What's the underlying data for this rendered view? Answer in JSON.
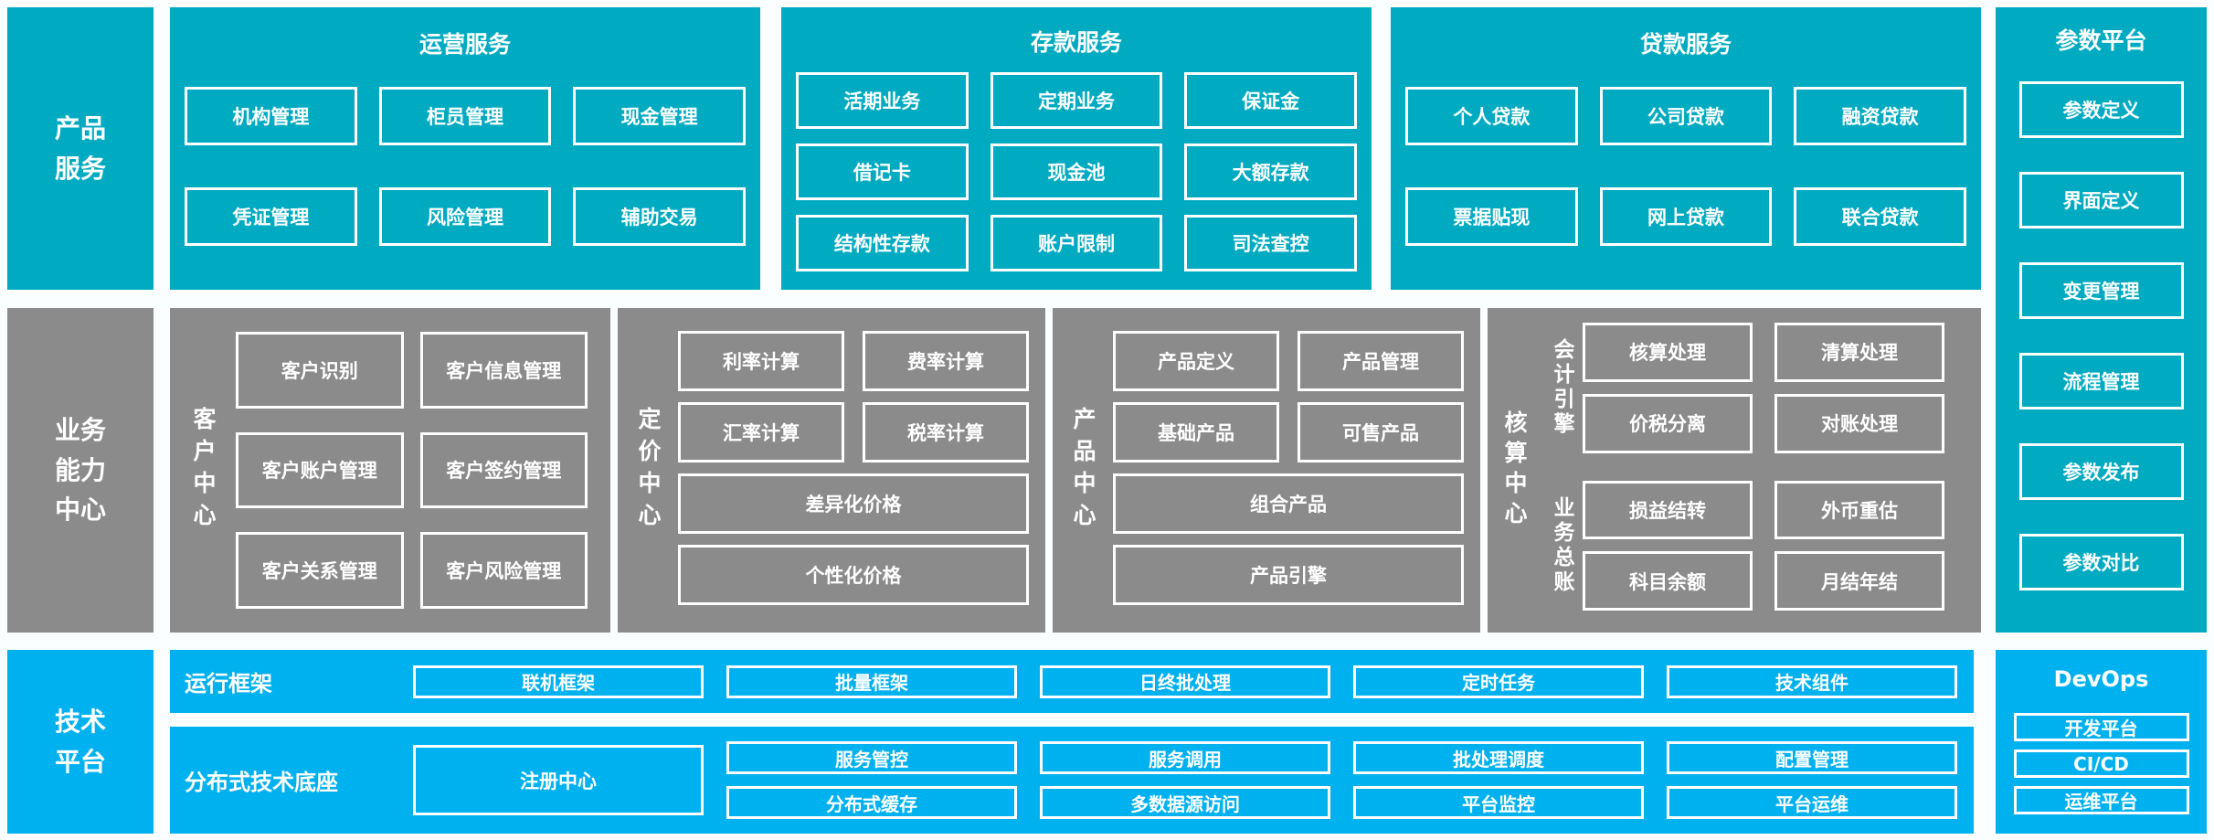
{
  "colors": {
    "teal": "#00abc2",
    "gray": "#8b8b8b",
    "blue": "#00b1f0",
    "page_bg": "#fbfeff",
    "box_border": "#ffffff",
    "text": "#ffffff"
  },
  "left_labels": {
    "product_services": "产品\n服务",
    "business_capability": "业务\n能力\n中心",
    "tech_platform": "技术\n平台"
  },
  "operation": {
    "title": "运营服务",
    "boxes": [
      "机构管理",
      "柜员管理",
      "现金管理",
      "凭证管理",
      "风险管理",
      "辅助交易"
    ]
  },
  "deposit": {
    "title": "存款服务",
    "boxes": [
      "活期业务",
      "定期业务",
      "保证金",
      "借记卡",
      "现金池",
      "大额存款",
      "结构性存款",
      "账户限制",
      "司法查控"
    ]
  },
  "loan": {
    "title": "贷款服务",
    "boxes": [
      "个人贷款",
      "公司贷款",
      "融资贷款",
      "票据贴现",
      "网上贷款",
      "联合贷款"
    ]
  },
  "parameter": {
    "title": "参数平台",
    "boxes": [
      "参数定义",
      "界面定义",
      "变更管理",
      "流程管理",
      "参数发布",
      "参数对比"
    ]
  },
  "customer": {
    "label": "客户中心",
    "boxes": [
      "客户识别",
      "客户信息管理",
      "客户账户管理",
      "客户签约管理",
      "客户关系管理",
      "客户风险管理"
    ]
  },
  "pricing": {
    "label": "定价中心",
    "boxes": [
      "利率计算",
      "费率计算",
      "汇率计算",
      "税率计算"
    ],
    "wide_boxes": [
      "差异化价格",
      "个性化价格"
    ]
  },
  "product_center": {
    "label": "产品中心",
    "boxes": [
      "产品定义",
      "产品管理",
      "基础产品",
      "可售产品"
    ],
    "wide_boxes": [
      "组合产品",
      "产品引擎"
    ]
  },
  "accounting": {
    "label": "核算中心",
    "groups": [
      {
        "label": "会计引擎",
        "boxes": [
          "核算处理",
          "清算处理",
          "价税分离",
          "对账处理"
        ]
      },
      {
        "label": "业务总账",
        "boxes": [
          "损益结转",
          "外币重估",
          "科目余额",
          "月结年结"
        ]
      }
    ]
  },
  "runtime_framework": {
    "label": "运行框架",
    "boxes": [
      "联机框架",
      "批量框架",
      "日终批处理",
      "定时任务",
      "技术组件"
    ]
  },
  "distributed_base": {
    "label": "分布式技术底座",
    "registry": "注册中心",
    "boxes_row1": [
      "服务管控",
      "服务调用",
      "批处理调度",
      "配置管理"
    ],
    "boxes_row2": [
      "分布式缓存",
      "多数据源访问",
      "平台监控",
      "平台运维"
    ]
  },
  "devops": {
    "title": "DevOps",
    "boxes": [
      "开发平台",
      "CI/CD",
      "运维平台"
    ]
  }
}
